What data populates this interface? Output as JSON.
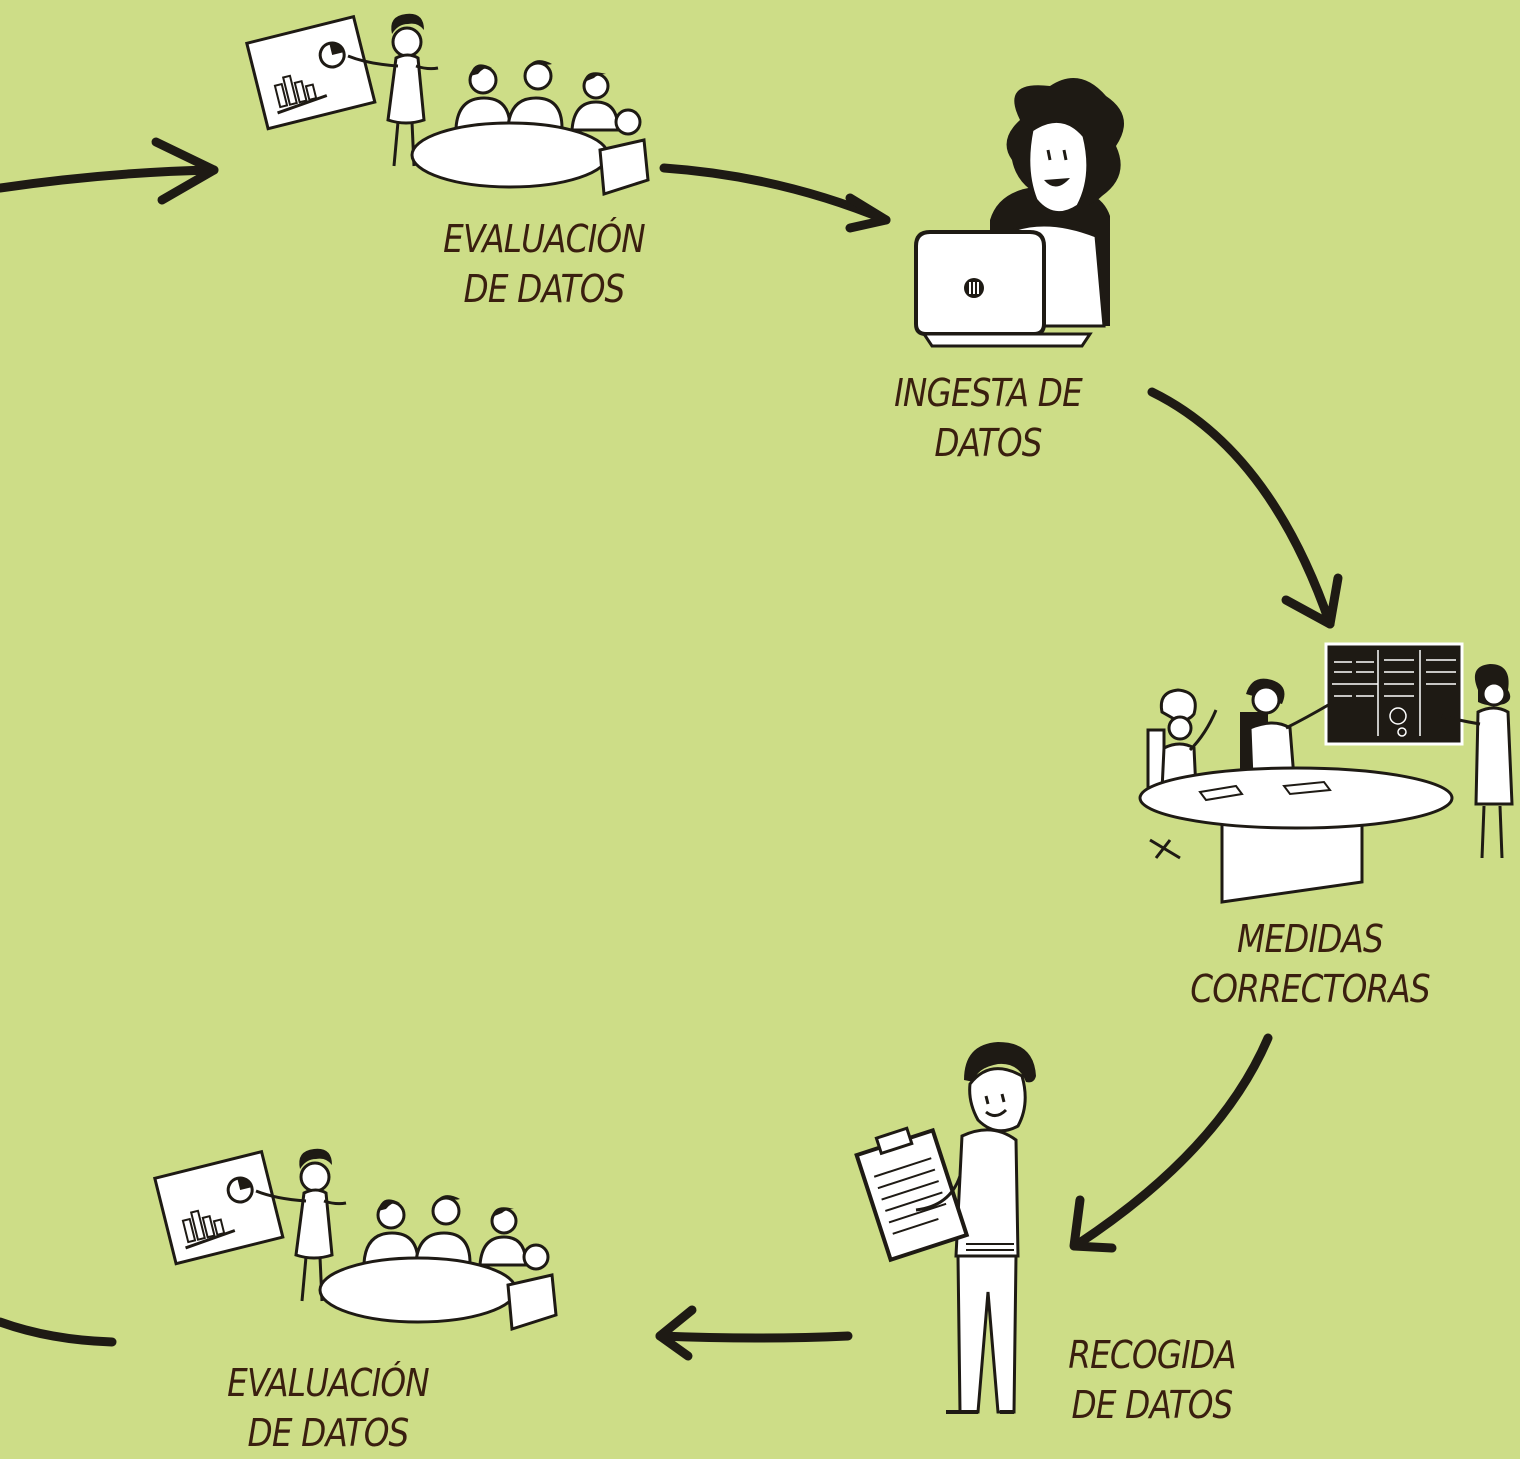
{
  "diagram": {
    "background": "#cddd87",
    "ink_color": "#1e1a14",
    "label_color": "#3a1f0f",
    "nodes": [
      {
        "id": "evaluacion-top",
        "lines": [
          "EVALUACIÓN",
          "DE DATOS"
        ],
        "icon": "meeting-presentation-icon"
      },
      {
        "id": "ingesta",
        "lines": [
          "INGESTA DE",
          "DATOS"
        ],
        "icon": "person-laptop-icon"
      },
      {
        "id": "medidas",
        "lines": [
          "MEDIDAS",
          "CORRECTORAS"
        ],
        "icon": "meeting-blackboard-icon"
      },
      {
        "id": "recogida",
        "lines": [
          "RECOGIDA",
          "DE DATOS"
        ],
        "icon": "person-clipboard-icon"
      },
      {
        "id": "evaluacion-bottom",
        "lines": [
          "EVALUACIÓN",
          "DE DATOS"
        ],
        "icon": "meeting-presentation-icon"
      }
    ],
    "flow": [
      "evaluacion-top",
      "ingesta",
      "medidas",
      "recogida",
      "evaluacion-bottom"
    ]
  }
}
